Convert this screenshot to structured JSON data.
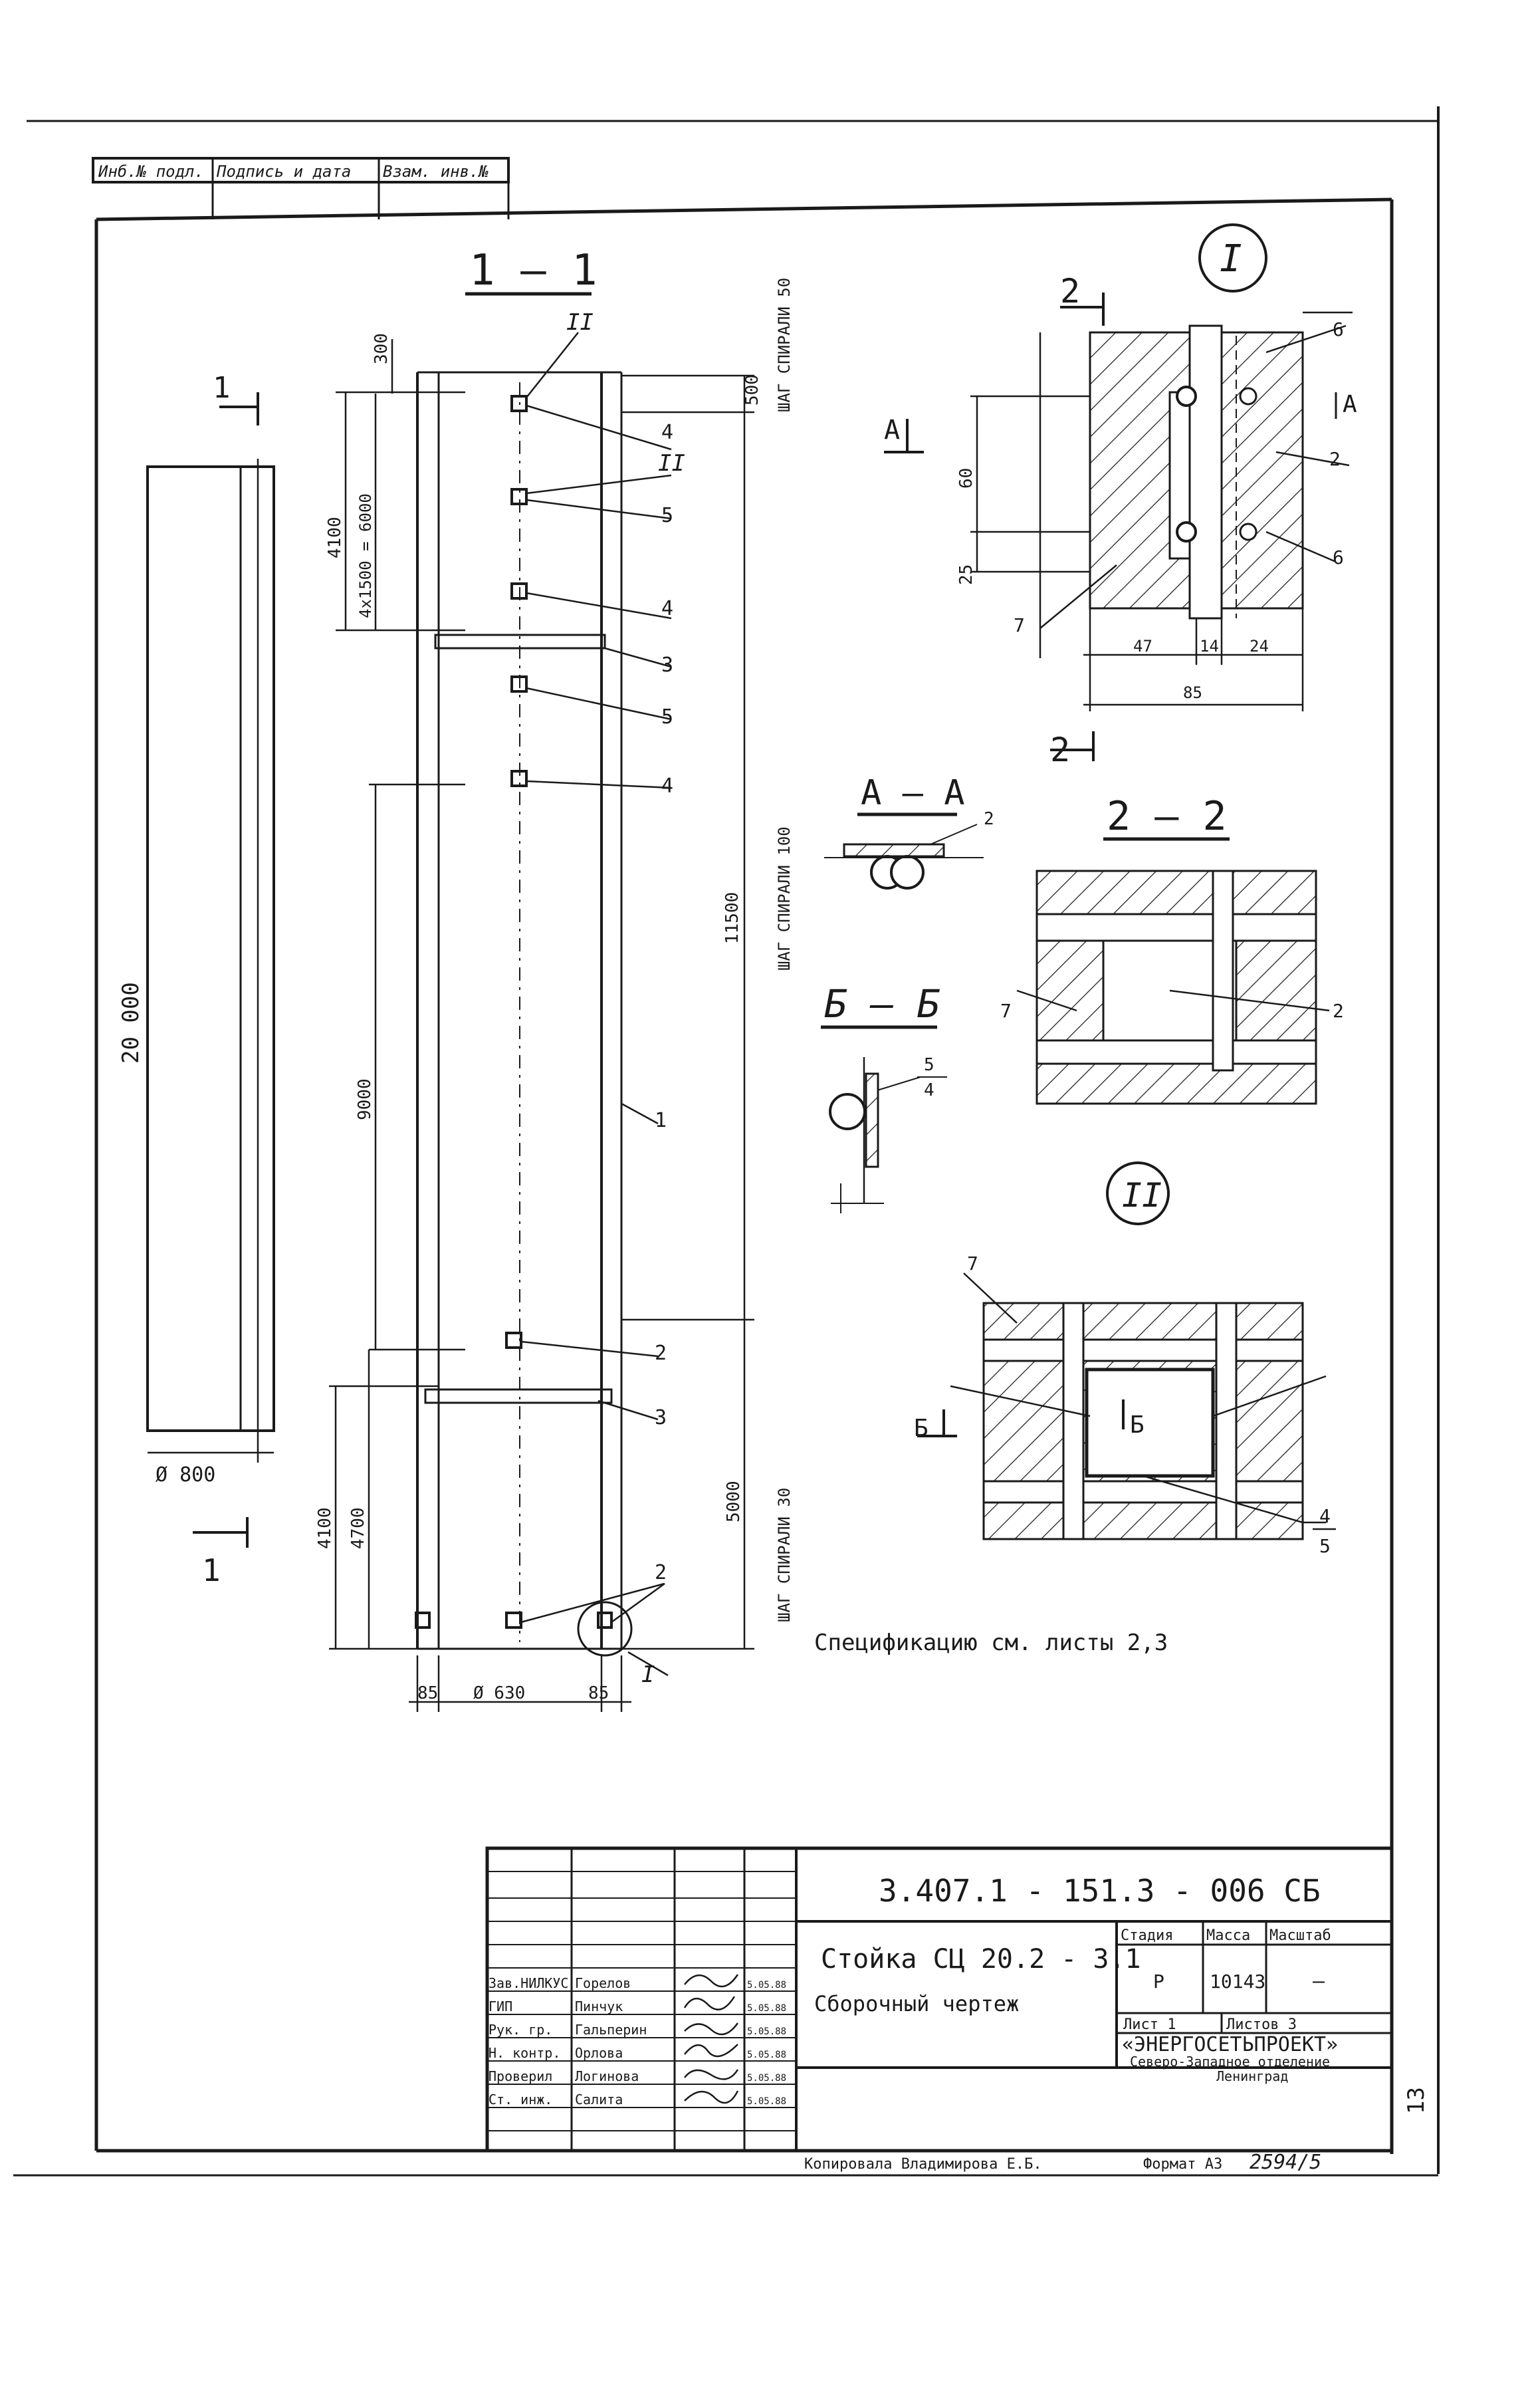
{
  "stamp_top": {
    "inv_podl": "Инб.№ подл.",
    "podpis": "Подпись и дата",
    "vzam": "Взам. инв.№"
  },
  "sections": {
    "s11": "1 — 1",
    "detail1": "I",
    "detail2": "II",
    "aa": "А — А",
    "s22": "2 — 2",
    "bb": "Б — Б"
  },
  "cut_marks": {
    "one": "1",
    "two": "2",
    "a": "А",
    "b": "Б"
  },
  "dims": {
    "d300": "300",
    "d4100": "4100",
    "d4x1500": "4х1500 = 6000",
    "d500": "500",
    "d11500": "11500",
    "d9000": "9000",
    "d4100b": "4100",
    "d4700": "4700",
    "d5000": "5000",
    "d85a": "85",
    "d630": "Ø 630",
    "d85b": "85",
    "d20000": "20 000",
    "d800": "Ø 800",
    "d60": "60",
    "d25": "25",
    "d47": "47",
    "d14": "14",
    "d24": "24",
    "d85": "85"
  },
  "spirals": {
    "s50": "ШАГ СПИРАЛИ 50",
    "s100": "ШАГ СПИРАЛИ 100",
    "s30": "ШАГ СПИРАЛИ 30"
  },
  "callouts": [
    "II",
    "4",
    "II",
    "5",
    "4",
    "3",
    "5",
    "4",
    "1",
    "2",
    "3",
    "2",
    "I",
    "6",
    "2",
    "6",
    "7",
    "2",
    "7",
    "2",
    "5",
    "4",
    "7",
    "4",
    "5"
  ],
  "spec_note": "Спецификацию см. листы 2,3",
  "title_block": {
    "code": "3.407.1 - 151.3 - 006 СБ",
    "title_line1": "Стойка СЦ 20.2 - 3.1",
    "title_line2": "Сборочный чертеж",
    "stage_h": "Стадия",
    "mass_h": "Масса",
    "scale_h": "Масштаб",
    "stage": "Р",
    "mass": "10143",
    "scale": "—",
    "sheet": "Лист 1",
    "sheets": "Листов 3",
    "org": "«ЭНЕРГОСЕТЬПРОЕКТ»",
    "org_sub1": "Северо-Западное отделение",
    "org_sub2": "Ленинград",
    "roles": [
      {
        "role": "Зав.НИЛКУС",
        "name": "Горелов",
        "date": "5.05.88"
      },
      {
        "role": "ГИП",
        "name": "Пинчук",
        "date": "5.05.88"
      },
      {
        "role": "Рук. гр.",
        "name": "Гальперин",
        "date": "5.05.88"
      },
      {
        "role": "Н. контр.",
        "name": "Орлова",
        "date": "5.05.88"
      },
      {
        "role": "Проверил",
        "name": "Логинова",
        "date": "5.05.88"
      },
      {
        "role": "Ст. инж.",
        "name": "Салита",
        "date": "5.05.88"
      }
    ],
    "copied": "Копировала Владимирова Е.Б.",
    "format": "Формат А3",
    "number": "2594/5",
    "side": "13"
  }
}
